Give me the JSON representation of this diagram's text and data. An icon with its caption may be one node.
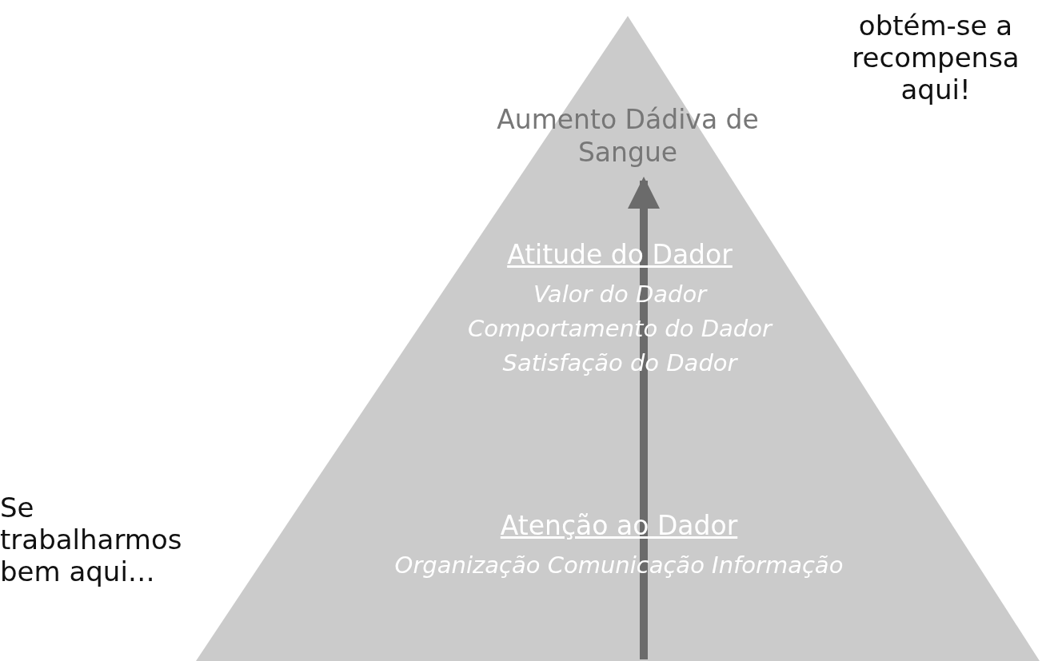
{
  "diagram": {
    "nodes": [
      {
        "text": [
          "Atitude do Dador",
          "Valor do Dador",
          "Comportamento do Dador",
          "Satisfação do Dador"
        ]
      },
      {
        "text": [
          "Aumento Dádiva de Sangue"
        ],
        "in": 0
      },
      {
        "text": [
          "Atenção ao Dador",
          "Organização Comunicação Informação"
        ]
      }
    ],
    "edges": [
      {
        "from": 2,
        "to": 1,
        "arrow": "to"
      }
    ],
    "labels": [
      "obtém-se a recompensa aqui!",
      "Se trabalharmos bem aqui…"
    ]
  }
}
